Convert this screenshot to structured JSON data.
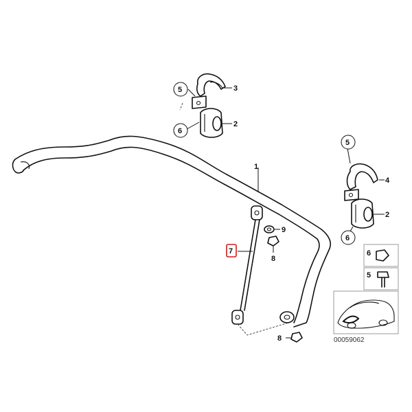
{
  "callouts": {
    "c1": "1",
    "c2_top": "2",
    "c2_right": "2",
    "c3": "3",
    "c4": "4",
    "c5_top": "5",
    "c5_right": "5",
    "c5_legend": "5",
    "c6_top": "6",
    "c6_right": "6",
    "c6_legend": "6",
    "c7": "7",
    "c8_top": "8",
    "c8_bottom": "8",
    "c9": "9"
  },
  "highlight_color": "#d11a1a",
  "diagram_code": "00059062",
  "icons": [
    "stabilizer-bar",
    "rubber-mount",
    "mount-bracket",
    "link-rod",
    "nut",
    "bolt",
    "washer",
    "car-thumbnail"
  ]
}
